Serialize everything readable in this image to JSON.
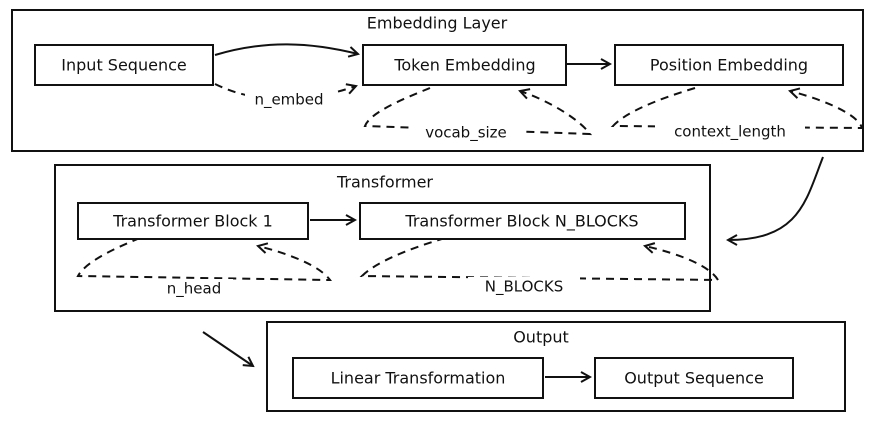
{
  "colors": {
    "stroke": "#111111",
    "background": "#ffffff"
  },
  "groups": {
    "embedding": {
      "title": "Embedding Layer"
    },
    "transformer": {
      "title": "Transformer"
    },
    "output": {
      "title": "Output"
    }
  },
  "nodes": {
    "input_sequence": "Input Sequence",
    "token_embedding": "Token Embedding",
    "position_embedding": "Position Embedding",
    "transformer_block_1": "Transformer Block 1",
    "transformer_block_n": "Transformer Block N_BLOCKS",
    "linear_transformation": "Linear Transformation",
    "output_sequence": "Output Sequence"
  },
  "edge_labels": {
    "n_embed": "n_embed",
    "vocab_size": "vocab_size",
    "context_length": "context_length",
    "n_head": "n_head",
    "n_blocks": "N_BLOCKS"
  }
}
